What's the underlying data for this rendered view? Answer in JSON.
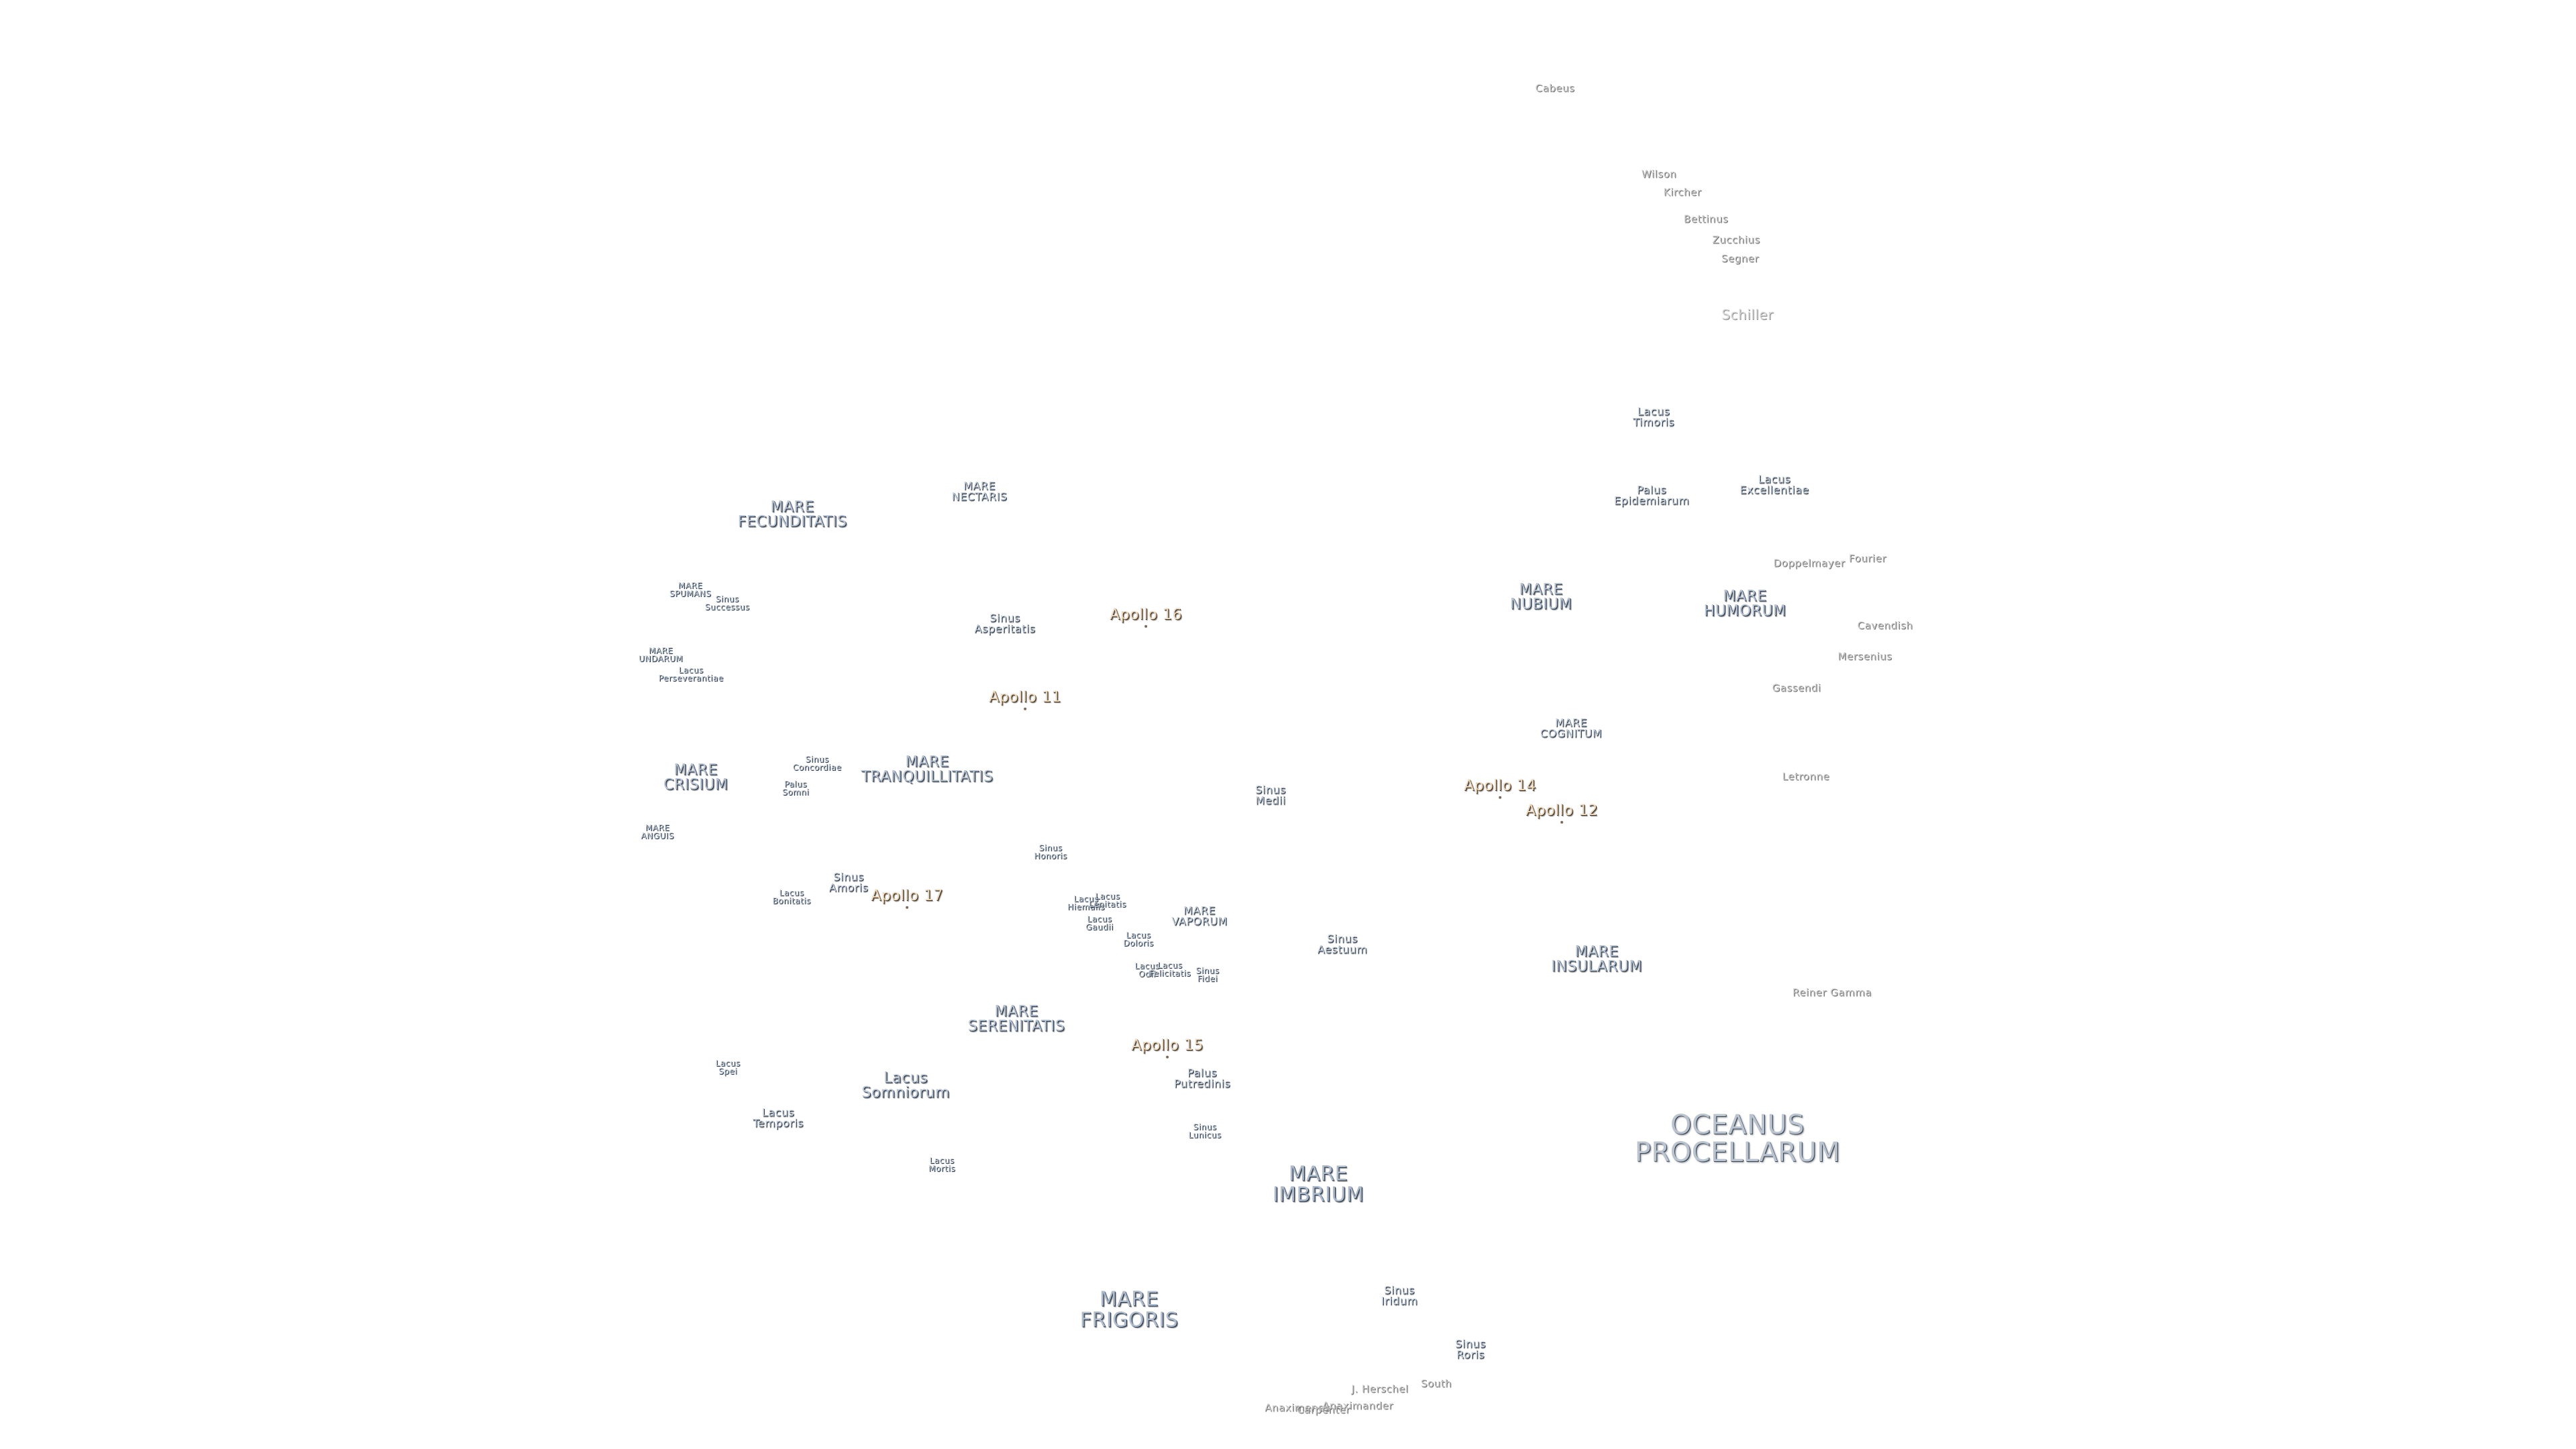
{
  "map": {
    "oceans": [
      {
        "id": "oceanus-procellarum",
        "lines": [
          "OCEANUS",
          "PROCELLARUM"
        ]
      }
    ],
    "maria_large": [
      {
        "id": "mare-imbrium",
        "lines": [
          "MARE",
          "IMBRIUM"
        ]
      },
      {
        "id": "mare-frigoris",
        "lines": [
          "MARE",
          "FRIGORIS"
        ]
      }
    ],
    "maria": [
      {
        "id": "mare-fecunditatis",
        "lines": [
          "MARE",
          "FECUNDITATIS"
        ]
      },
      {
        "id": "mare-tranquillitatis",
        "lines": [
          "MARE",
          "TRANQUILLITATIS"
        ]
      },
      {
        "id": "mare-crisium",
        "lines": [
          "MARE",
          "CRISIUM"
        ]
      },
      {
        "id": "mare-serenitatis",
        "lines": [
          "MARE",
          "SERENITATIS"
        ]
      },
      {
        "id": "mare-nubium",
        "lines": [
          "MARE",
          "NUBIUM"
        ]
      },
      {
        "id": "mare-humorum",
        "lines": [
          "MARE",
          "HUMORUM"
        ]
      },
      {
        "id": "mare-insularum",
        "lines": [
          "MARE",
          "INSULARUM"
        ]
      },
      {
        "id": "lacus-somniorum",
        "lines": [
          "Lacus",
          "Somniorum"
        ]
      }
    ],
    "features": [
      {
        "id": "mare-nectaris",
        "lines": [
          "MARE",
          "NECTARIS"
        ]
      },
      {
        "id": "mare-cognitum",
        "lines": [
          "MARE",
          "COGNITUM"
        ]
      },
      {
        "id": "mare-vaporum",
        "lines": [
          "MARE",
          "VAPORUM"
        ]
      },
      {
        "id": "palus-epidemiarum",
        "lines": [
          "Palus",
          "Epidemiarum"
        ]
      },
      {
        "id": "sinus-medii",
        "lines": [
          "Sinus",
          "Medii"
        ]
      },
      {
        "id": "sinus-aestuum",
        "lines": [
          "Sinus",
          "Aestuum"
        ]
      },
      {
        "id": "sinus-iridum",
        "lines": [
          "Sinus",
          "Iridum"
        ]
      },
      {
        "id": "sinus-roris",
        "lines": [
          "Sinus",
          "Roris"
        ]
      },
      {
        "id": "sinus-asperitatis",
        "lines": [
          "Sinus",
          "Asperitatis"
        ]
      },
      {
        "id": "sinus-amoris",
        "lines": [
          "Sinus",
          "Amoris"
        ]
      },
      {
        "id": "lacus-excellentiae",
        "lines": [
          "Lacus",
          "Excellentiae"
        ]
      },
      {
        "id": "lacus-timoris",
        "lines": [
          "Lacus",
          "Timoris"
        ]
      },
      {
        "id": "lacus-temporis",
        "lines": [
          "Lacus",
          "Temporis"
        ]
      },
      {
        "id": "palus-putredinis",
        "lines": [
          "Palus",
          "Putredinis"
        ]
      }
    ],
    "features_small": [
      {
        "id": "mare-spumans",
        "lines": [
          "MARE",
          "SPUMANS"
        ]
      },
      {
        "id": "sinus-successus",
        "lines": [
          "Sinus",
          "Successus"
        ]
      },
      {
        "id": "mare-undarum",
        "lines": [
          "MARE",
          "UNDARUM"
        ]
      },
      {
        "id": "lacus-perseverantiae",
        "lines": [
          "Lacus",
          "Perseverantiae"
        ]
      },
      {
        "id": "sinus-concordiae",
        "lines": [
          "Sinus",
          "Concordiae"
        ]
      },
      {
        "id": "palus-somni",
        "lines": [
          "Palus",
          "Somni"
        ]
      },
      {
        "id": "mare-anguis",
        "lines": [
          "MARE",
          "ANGUIS"
        ]
      },
      {
        "id": "sinus-honoris",
        "lines": [
          "Sinus",
          "Honoris"
        ]
      },
      {
        "id": "lacus-bonitatis",
        "lines": [
          "Lacus",
          "Bonitatis"
        ]
      },
      {
        "id": "lacus-hiemalis",
        "lines": [
          "Lacus",
          "Hiemalis"
        ]
      },
      {
        "id": "lacus-lenitatis",
        "lines": [
          "Lacus",
          "Lenitatis"
        ]
      },
      {
        "id": "lacus-gaudii",
        "lines": [
          "Lacus",
          "Gaudii"
        ]
      },
      {
        "id": "lacus-doloris",
        "lines": [
          "Lacus",
          "Doloris"
        ]
      },
      {
        "id": "lacus-odii",
        "lines": [
          "Lacus",
          "Odii"
        ]
      },
      {
        "id": "lacus-felicitatis",
        "lines": [
          "Lacus",
          "Felicitatis"
        ]
      },
      {
        "id": "sinus-fidei",
        "lines": [
          "Sinus",
          "Fidei"
        ]
      },
      {
        "id": "lacus-spei",
        "lines": [
          "Lacus",
          "Spei"
        ]
      },
      {
        "id": "sinus-lunicus",
        "lines": [
          "Sinus",
          "Lunicus"
        ]
      },
      {
        "id": "lacus-mortis",
        "lines": [
          "Lacus",
          "Mortis"
        ]
      }
    ],
    "apollo_sites": [
      {
        "id": "apollo-11",
        "label": "Apollo 11"
      },
      {
        "id": "apollo-12",
        "label": "Apollo 12"
      },
      {
        "id": "apollo-14",
        "label": "Apollo 14"
      },
      {
        "id": "apollo-15",
        "label": "Apollo 15"
      },
      {
        "id": "apollo-16",
        "label": "Apollo 16"
      },
      {
        "id": "apollo-17",
        "label": "Apollo 17"
      }
    ],
    "craters": [
      {
        "id": "cabeus",
        "label": "Cabeus"
      },
      {
        "id": "wilson",
        "label": "Wilson"
      },
      {
        "id": "kircher",
        "label": "Kircher"
      },
      {
        "id": "bettinus",
        "label": "Bettinus"
      },
      {
        "id": "zucchius",
        "label": "Zucchius"
      },
      {
        "id": "segner",
        "label": "Segner"
      },
      {
        "id": "doppelmayer",
        "label": "Doppelmayer"
      },
      {
        "id": "fourier",
        "label": "Fourier"
      },
      {
        "id": "cavendish",
        "label": "Cavendish"
      },
      {
        "id": "mersenius",
        "label": "Mersenius"
      },
      {
        "id": "gassendi",
        "label": "Gassendi"
      },
      {
        "id": "letronne",
        "label": "Letronne"
      },
      {
        "id": "reiner-gamma",
        "label": "Reiner Gamma"
      },
      {
        "id": "south",
        "label": "South"
      },
      {
        "id": "j-herschel",
        "label": "J. Herschel"
      },
      {
        "id": "anaximenes",
        "label": "Anaximenes"
      },
      {
        "id": "anaximander",
        "label": "Anaximander"
      },
      {
        "id": "carpenter",
        "label": "Carpenter"
      }
    ],
    "craters_large": [
      {
        "id": "schiller",
        "label": "Schiller"
      }
    ]
  }
}
